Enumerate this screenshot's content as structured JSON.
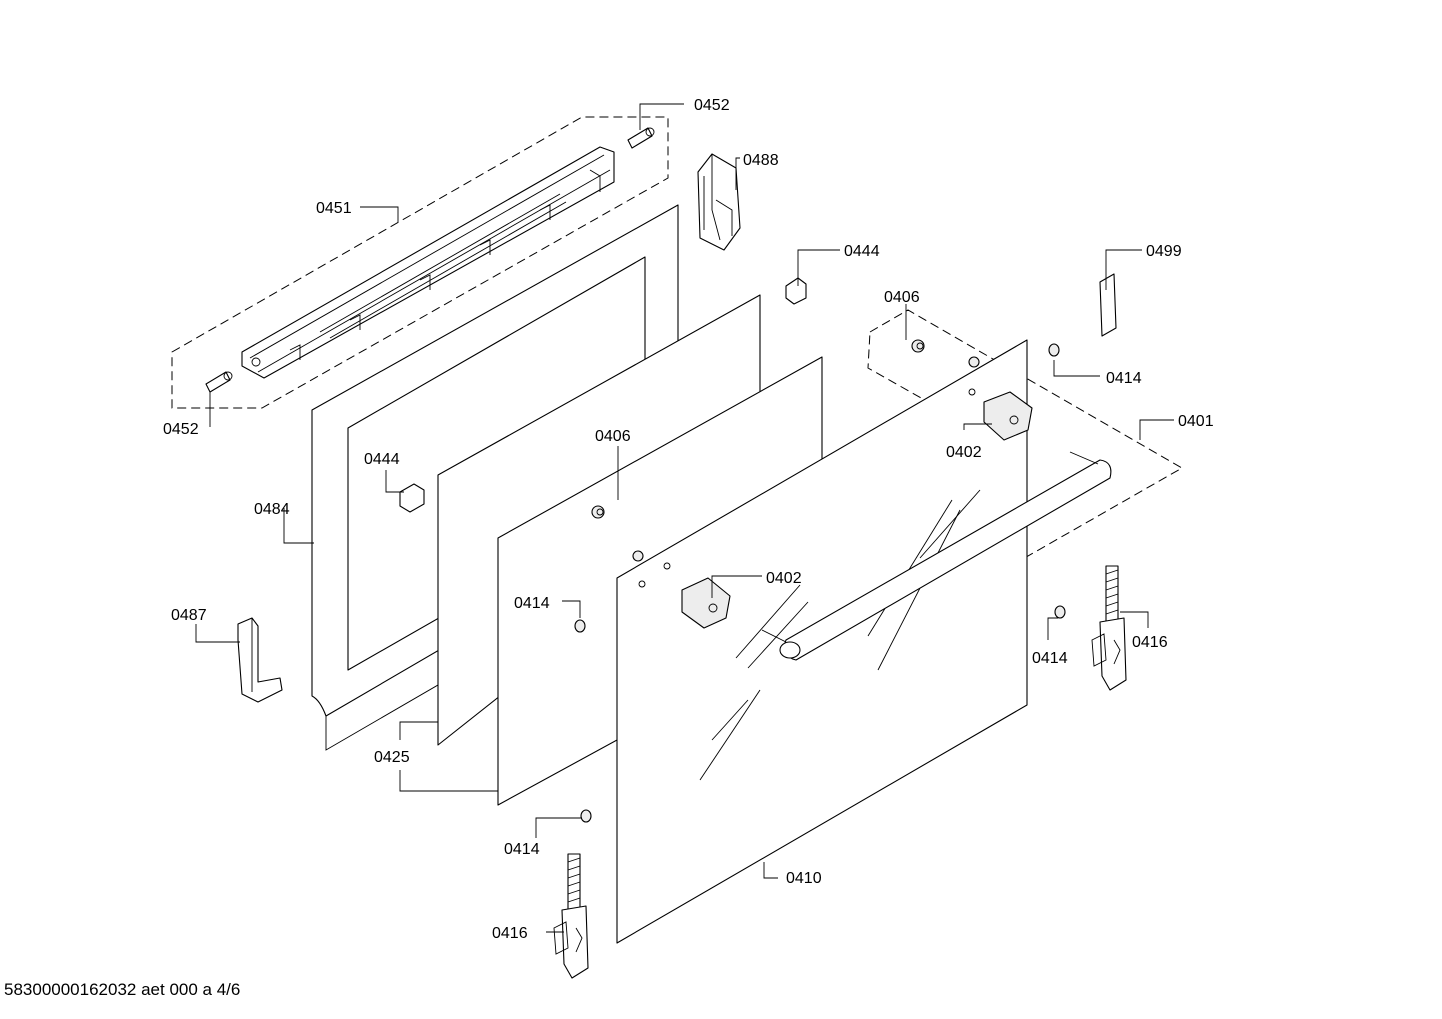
{
  "diagram": {
    "callouts": {
      "c0452_top": "0452",
      "c0488": "0488",
      "c0451": "0451",
      "c0444_top": "0444",
      "c0499": "0499",
      "c0406_right": "0406",
      "c0414_right": "0414",
      "c0401": "0401",
      "c0452_left": "0452",
      "c0406_mid": "0406",
      "c0402_right": "0402",
      "c0444_left": "0444",
      "c0484": "0484",
      "c0402_mid": "0402",
      "c0414_mid": "0414",
      "c0487": "0487",
      "c0416_right": "0416",
      "c0414_far": "0414",
      "c0425": "0425",
      "c0414_bottom": "0414",
      "c0410": "0410",
      "c0416_bottom": "0416"
    },
    "footer": "58300000162032 aet 000 a 4/6"
  }
}
